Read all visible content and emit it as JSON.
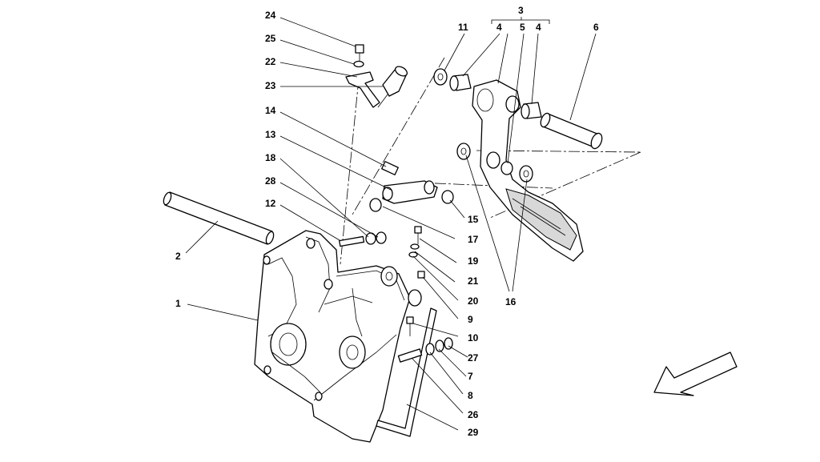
{
  "diagram": {
    "callouts": [
      {
        "id": "c24",
        "text": "24"
      },
      {
        "id": "c25",
        "text": "25"
      },
      {
        "id": "c22",
        "text": "22"
      },
      {
        "id": "c23",
        "text": "23"
      },
      {
        "id": "c14",
        "text": "14"
      },
      {
        "id": "c13",
        "text": "13"
      },
      {
        "id": "c18",
        "text": "18"
      },
      {
        "id": "c28",
        "text": "28"
      },
      {
        "id": "c12",
        "text": "12"
      },
      {
        "id": "c2",
        "text": "2"
      },
      {
        "id": "c1",
        "text": "1"
      },
      {
        "id": "c11",
        "text": "11"
      },
      {
        "id": "c3",
        "text": "3"
      },
      {
        "id": "c4a",
        "text": "4"
      },
      {
        "id": "c5",
        "text": "5"
      },
      {
        "id": "c4b",
        "text": "4"
      },
      {
        "id": "c6",
        "text": "6"
      },
      {
        "id": "c15",
        "text": "15"
      },
      {
        "id": "c17",
        "text": "17"
      },
      {
        "id": "c19",
        "text": "19"
      },
      {
        "id": "c21",
        "text": "21"
      },
      {
        "id": "c20",
        "text": "20"
      },
      {
        "id": "c9",
        "text": "9"
      },
      {
        "id": "c10",
        "text": "10"
      },
      {
        "id": "c27",
        "text": "27"
      },
      {
        "id": "c7",
        "text": "7"
      },
      {
        "id": "c8",
        "text": "8"
      },
      {
        "id": "c26",
        "text": "26"
      },
      {
        "id": "c29",
        "text": "29"
      },
      {
        "id": "c16",
        "text": "16"
      }
    ],
    "direction_arrow": "arrow-icon"
  }
}
